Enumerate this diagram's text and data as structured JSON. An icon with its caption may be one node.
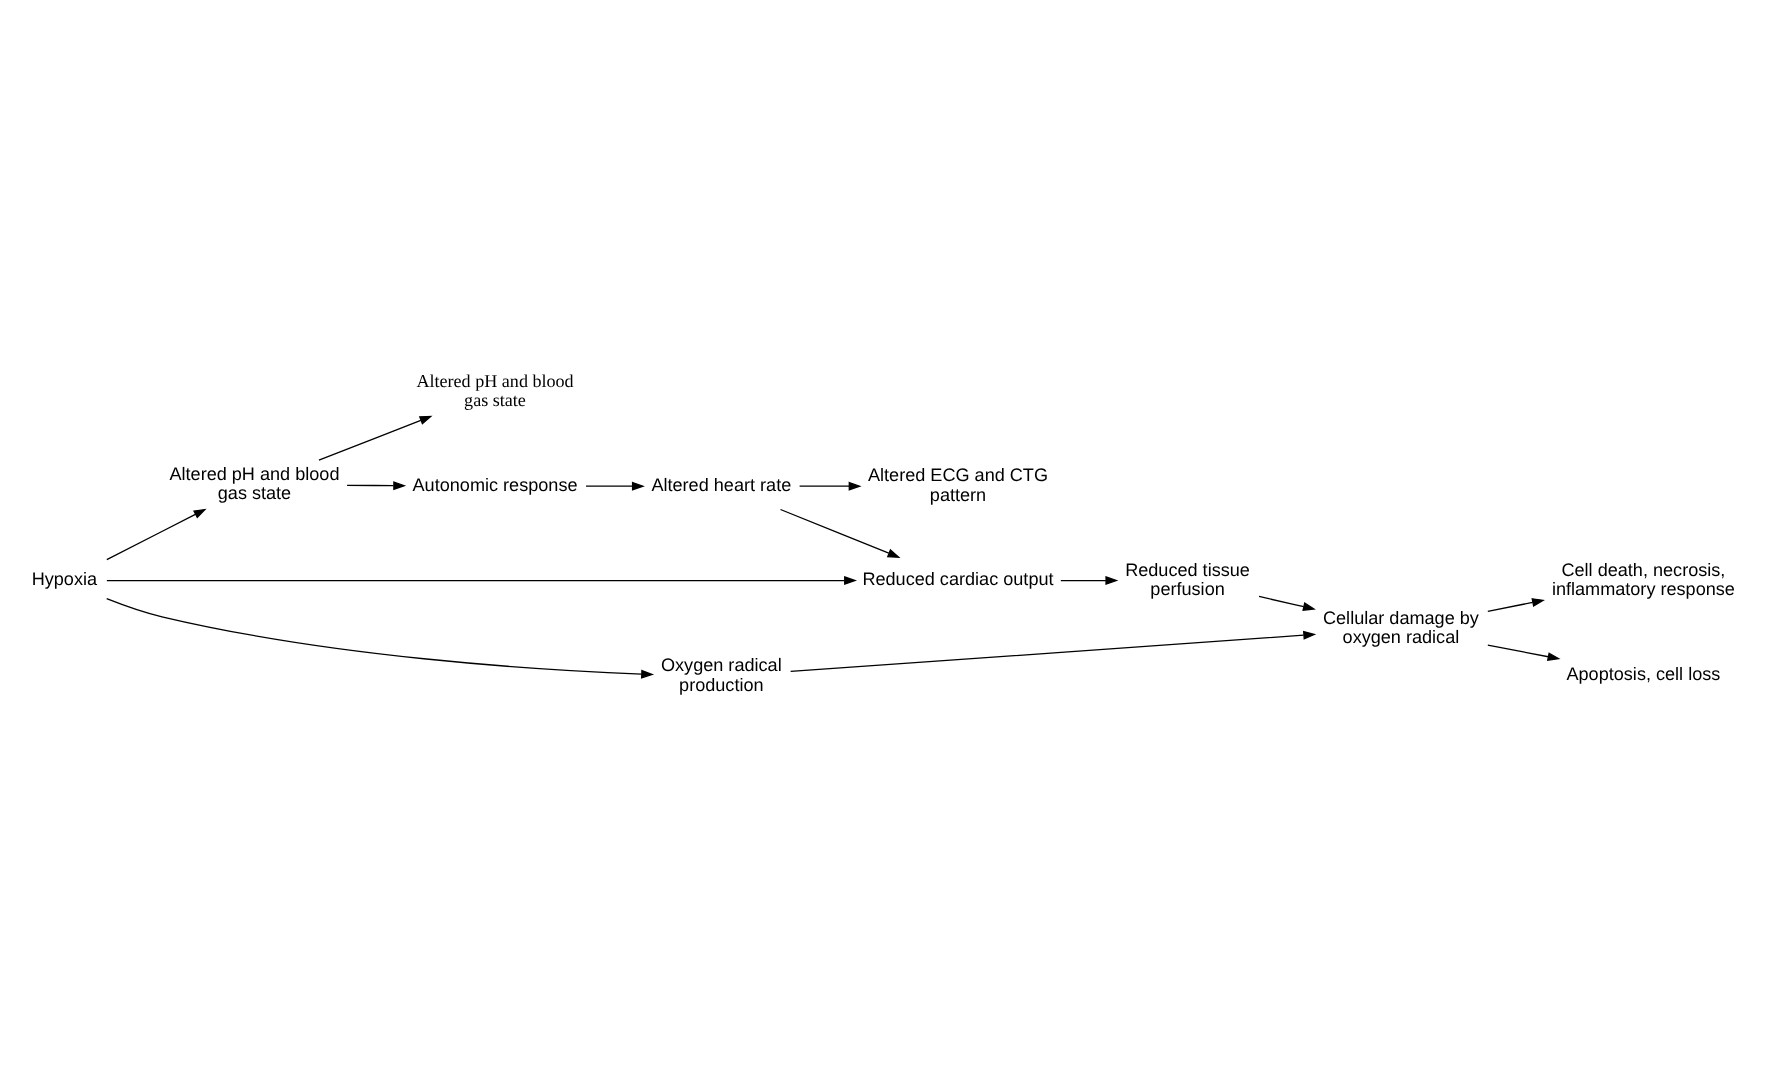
{
  "diagram": {
    "nodes": [
      {
        "text": [
          "Hypoxia"
        ]
      },
      {
        "text": [
          "Altered pH and blood gas state"
        ]
      },
      {
        "text": [
          "Altered pH and blood gas state"
        ]
      },
      {
        "text": [
          "Autonomic response"
        ]
      },
      {
        "text": [
          "Altered heart rate"
        ]
      },
      {
        "text": [
          "Altered ECG and CTG pattern"
        ]
      },
      {
        "text": [
          "Reduced cardiac output"
        ]
      },
      {
        "text": [
          "Reduced tissue perfusion"
        ]
      },
      {
        "text": [
          "Oxygen radical production"
        ]
      },
      {
        "text": [
          "Cellular damage by oxygen radical"
        ]
      },
      {
        "text": [
          "Cell death, necrosis, inflammatory response"
        ]
      },
      {
        "text": [
          "Apoptosis, cell loss"
        ]
      }
    ],
    "edges": [
      {
        "from": 0,
        "to": 1,
        "arrow": "to"
      },
      {
        "from": 1,
        "to": 2,
        "arrow": "to"
      },
      {
        "from": 1,
        "to": 3,
        "arrow": "to"
      },
      {
        "from": 3,
        "to": 4,
        "arrow": "to"
      },
      {
        "from": 4,
        "to": 5,
        "arrow": "to"
      },
      {
        "from": 4,
        "to": 6,
        "arrow": "to"
      },
      {
        "from": 0,
        "to": 6,
        "arrow": "to"
      },
      {
        "from": 0,
        "to": 8,
        "arrow": "to"
      },
      {
        "from": 6,
        "to": 7,
        "arrow": "to"
      },
      {
        "from": 7,
        "to": 9,
        "arrow": "to"
      },
      {
        "from": 8,
        "to": 9,
        "arrow": "to"
      },
      {
        "from": 9,
        "to": 10,
        "arrow": "to"
      },
      {
        "from": 9,
        "to": 11,
        "arrow": "to"
      }
    ]
  }
}
